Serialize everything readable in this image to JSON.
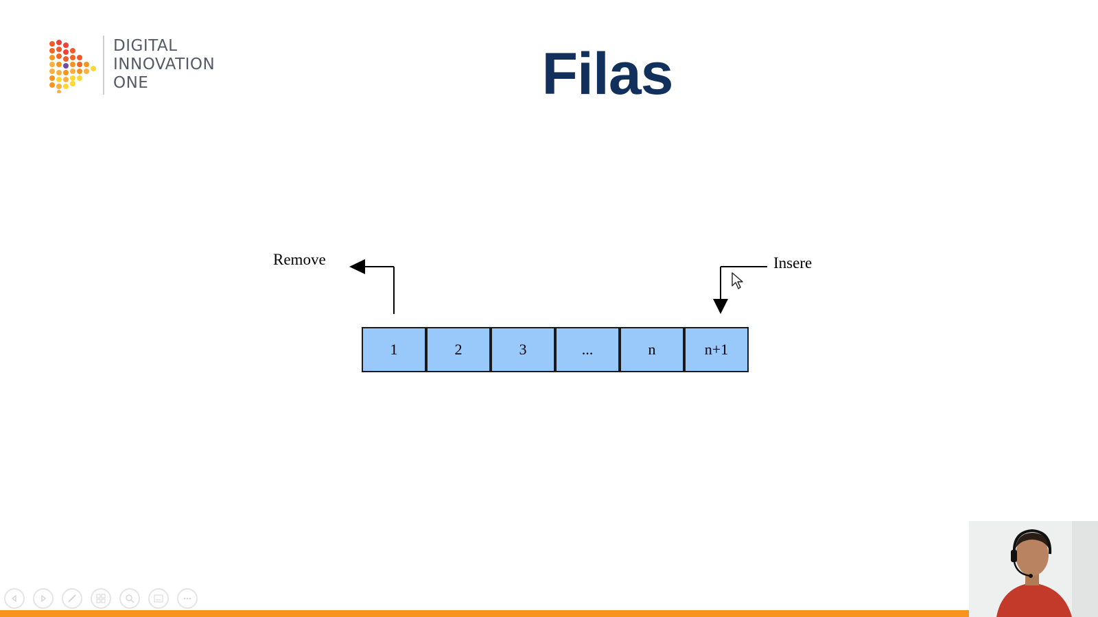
{
  "slide": {
    "title": "Filas"
  },
  "logo": {
    "lines": [
      "DIGITAL",
      "INNOVATION",
      "ONE"
    ],
    "mark_icon": "dio-dotted-play-icon"
  },
  "diagram": {
    "cells": [
      "1",
      "2",
      "3",
      "...",
      "n",
      "n+1"
    ],
    "remove_label": "Remove",
    "insert_label": "Insere",
    "cell_color": "#99c8fb"
  },
  "presentation_toolbar": {
    "buttons": [
      {
        "name": "previous-slide-button",
        "icon": "chevron-left-icon"
      },
      {
        "name": "next-slide-button",
        "icon": "chevron-right-icon"
      },
      {
        "name": "pen-tool-button",
        "icon": "pen-icon"
      },
      {
        "name": "slides-grid-button",
        "icon": "grid-icon"
      },
      {
        "name": "zoom-button",
        "icon": "magnifier-icon"
      },
      {
        "name": "subtitles-button",
        "icon": "subtitles-icon"
      },
      {
        "name": "more-options-button",
        "icon": "ellipsis-icon"
      }
    ]
  },
  "video_progress": {
    "fraction": 0.883,
    "color": "#f7941d"
  },
  "webcam": {
    "icon": "presenter-webcam"
  },
  "colors": {
    "title": "#12305c",
    "accent": "#f7941d"
  }
}
